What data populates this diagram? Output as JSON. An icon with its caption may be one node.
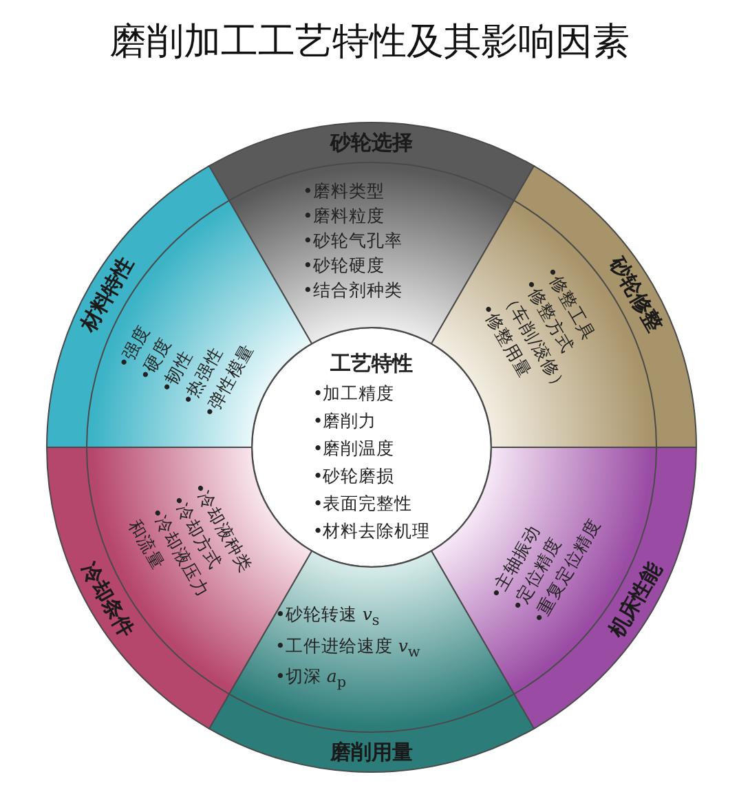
{
  "diagram": {
    "title": "磨削加工工艺特性及其影响因素",
    "nodes": [
      {
        "text": [
          "工艺特性",
          "•加工精度",
          "•磨削力",
          "•磨削温度",
          "•砂轮磨损",
          "•表面完整性",
          "•材料去除机理"
        ]
      },
      {
        "text": [
          "砂轮选择",
          "•磨料类型",
          "•磨料粒度",
          "•砂轮气孔率",
          "•砂轮硬度",
          "•结合剂种类"
        ]
      },
      {
        "text": [
          "砂轮修整",
          "•修整工具",
          "•修整方式（车削/滚修）",
          "•修整用量"
        ]
      },
      {
        "text": [
          "机床性能",
          "•主轴振动",
          "•定位精度",
          "•重复定位精度"
        ]
      },
      {
        "text": [
          "•砂轮转速 *v*$_{s}$",
          "•工件进给速度 *v*$_{w}$",
          "•切深 *a*$_{p}$",
          "磨削用量"
        ]
      },
      {
        "text": [
          "冷却条件",
          "•冷却液种类",
          "•冷却方式",
          "•冷却液压力和流量"
        ]
      },
      {
        "text": [
          "材料特性",
          "•强度",
          "•硬度",
          "•韧性",
          "•热强性",
          "•弹性模量"
        ]
      }
    ]
  }
}
